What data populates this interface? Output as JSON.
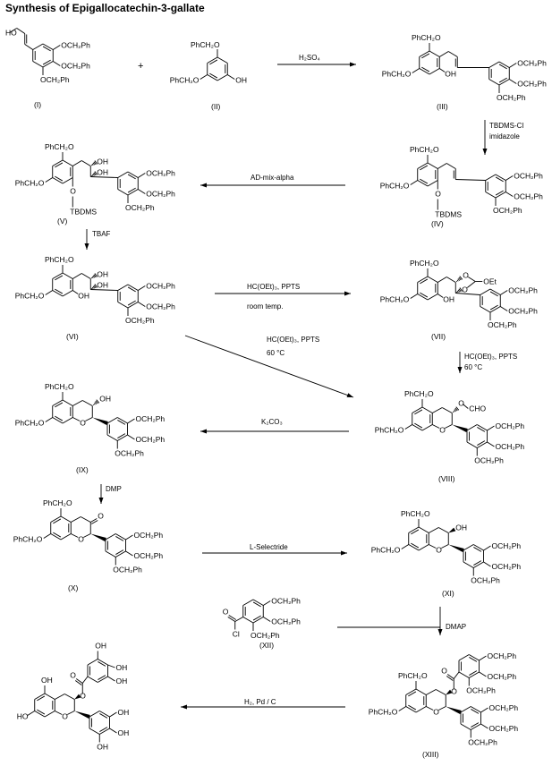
{
  "title": "Synthesis of Epigallocatechin-3-gallate",
  "plus_sign": "+",
  "substituents": {
    "benzyloxy_left": "PhCH₂O",
    "benzyloxy_right": "OCH₂Ph",
    "hydroxyl_right": "OH",
    "hydroxyl_left": "HO",
    "oxygen": "O",
    "tbdms": "TBDMS",
    "ethoxy": "OEt",
    "formyl": "CHO",
    "chlorine": "Cl"
  },
  "compounds": [
    {
      "id": "I",
      "label": "(I)"
    },
    {
      "id": "II",
      "label": "(II)"
    },
    {
      "id": "III",
      "label": "(III)"
    },
    {
      "id": "IV",
      "label": "(IV)"
    },
    {
      "id": "V",
      "label": "(V)"
    },
    {
      "id": "VI",
      "label": "(VI)"
    },
    {
      "id": "VII",
      "label": "(VII)"
    },
    {
      "id": "VIII",
      "label": "(VIII)"
    },
    {
      "id": "IX",
      "label": "(IX)"
    },
    {
      "id": "X",
      "label": "(X)"
    },
    {
      "id": "XI",
      "label": "(XI)"
    },
    {
      "id": "XII",
      "label": "(XII)"
    },
    {
      "id": "XIII",
      "label": "(XIII)"
    },
    {
      "id": "EGCG",
      "label": ""
    }
  ],
  "reactions": [
    {
      "id": "r1",
      "from": "I + II",
      "to": "III",
      "reagents": [
        "H₂SO₄"
      ],
      "direction": "right"
    },
    {
      "id": "r2",
      "from": "III",
      "to": "IV",
      "reagents": [
        "TBDMS-Cl",
        "imidazole"
      ],
      "direction": "down"
    },
    {
      "id": "r3",
      "from": "IV",
      "to": "V",
      "reagents": [
        "AD-mix-alpha"
      ],
      "direction": "left"
    },
    {
      "id": "r4",
      "from": "V",
      "to": "VI",
      "reagents": [
        "TBAF"
      ],
      "direction": "down"
    },
    {
      "id": "r5",
      "from": "VI",
      "to": "VII",
      "reagents": [
        "HC(OEt)₃, PPTS",
        "room temp."
      ],
      "direction": "right"
    },
    {
      "id": "r6",
      "from": "VI",
      "to": "VIII",
      "reagents": [
        "HC(OEt)₃, PPTS",
        "60 °C"
      ],
      "direction": "diagonal"
    },
    {
      "id": "r7",
      "from": "VII",
      "to": "VIII",
      "reagents": [
        "HC(OEt)₃, PPTS",
        "60 °C"
      ],
      "direction": "down"
    },
    {
      "id": "r8",
      "from": "VIII",
      "to": "IX",
      "reagents": [
        "K₂CO₃"
      ],
      "direction": "left"
    },
    {
      "id": "r9",
      "from": "IX",
      "to": "X",
      "reagents": [
        "DMP"
      ],
      "direction": "down"
    },
    {
      "id": "r10",
      "from": "X",
      "to": "XI",
      "reagents": [
        "L-Selectride"
      ],
      "direction": "right"
    },
    {
      "id": "r11",
      "from": "XI + XII",
      "to": "XIII",
      "reagents": [
        "DMAP"
      ],
      "direction": "down"
    },
    {
      "id": "r12",
      "from": "XIII",
      "to": "EGCG",
      "reagents": [
        "H₂, Pd / C"
      ],
      "direction": "left"
    }
  ]
}
